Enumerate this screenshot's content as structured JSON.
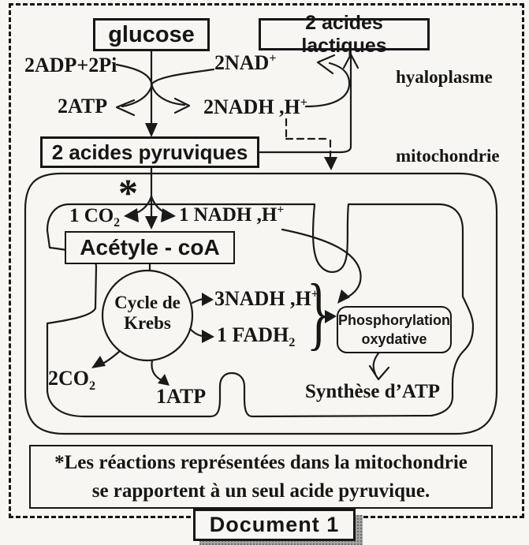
{
  "boxes": {
    "glucose": "glucose",
    "lactiques": "2 acides lactiques",
    "pyruviques": "2 acides pyruviques",
    "acetyle": "Acétyle - coA",
    "phosphorylation_line1": "Phosphorylation",
    "phosphorylation_line2": "oxydative",
    "document": "Document 1"
  },
  "labels": {
    "adp": "2ADP+2Pi",
    "nad_base": "2NAD",
    "nad_sup": "+",
    "atp_glyco": "2ATP",
    "nadh_glyco_base": "2NADH ,H",
    "nadh_glyco_sup": "+",
    "hyaloplasme": "hyaloplasme",
    "mitochondrie": "mitochondrie",
    "asterisk": "*",
    "co2_one_base": "1 CO",
    "co2_one_sub": "2",
    "nadh_one_base": "1 NADH ,H",
    "nadh_one_sup": "+",
    "krebs_line1": "Cycle de",
    "krebs_line2": "Krebs",
    "nadh_three_base": "3NADH ,H",
    "nadh_three_sup": "+",
    "fadh_base": "1 FADH",
    "fadh_sub": "2",
    "co2_two_base": "2CO",
    "co2_two_sub": "2",
    "atp_krebs": "1ATP",
    "synthese": "Synthèse d’ATP",
    "bracket": "}"
  },
  "footnote": {
    "line1": "*Les réactions représentées dans la mitochondrie",
    "line2": "se rapportent à un seul  acide pyruvique."
  },
  "colors": {
    "ink": "#1a1a1a",
    "paper": "#f7f6f2"
  }
}
